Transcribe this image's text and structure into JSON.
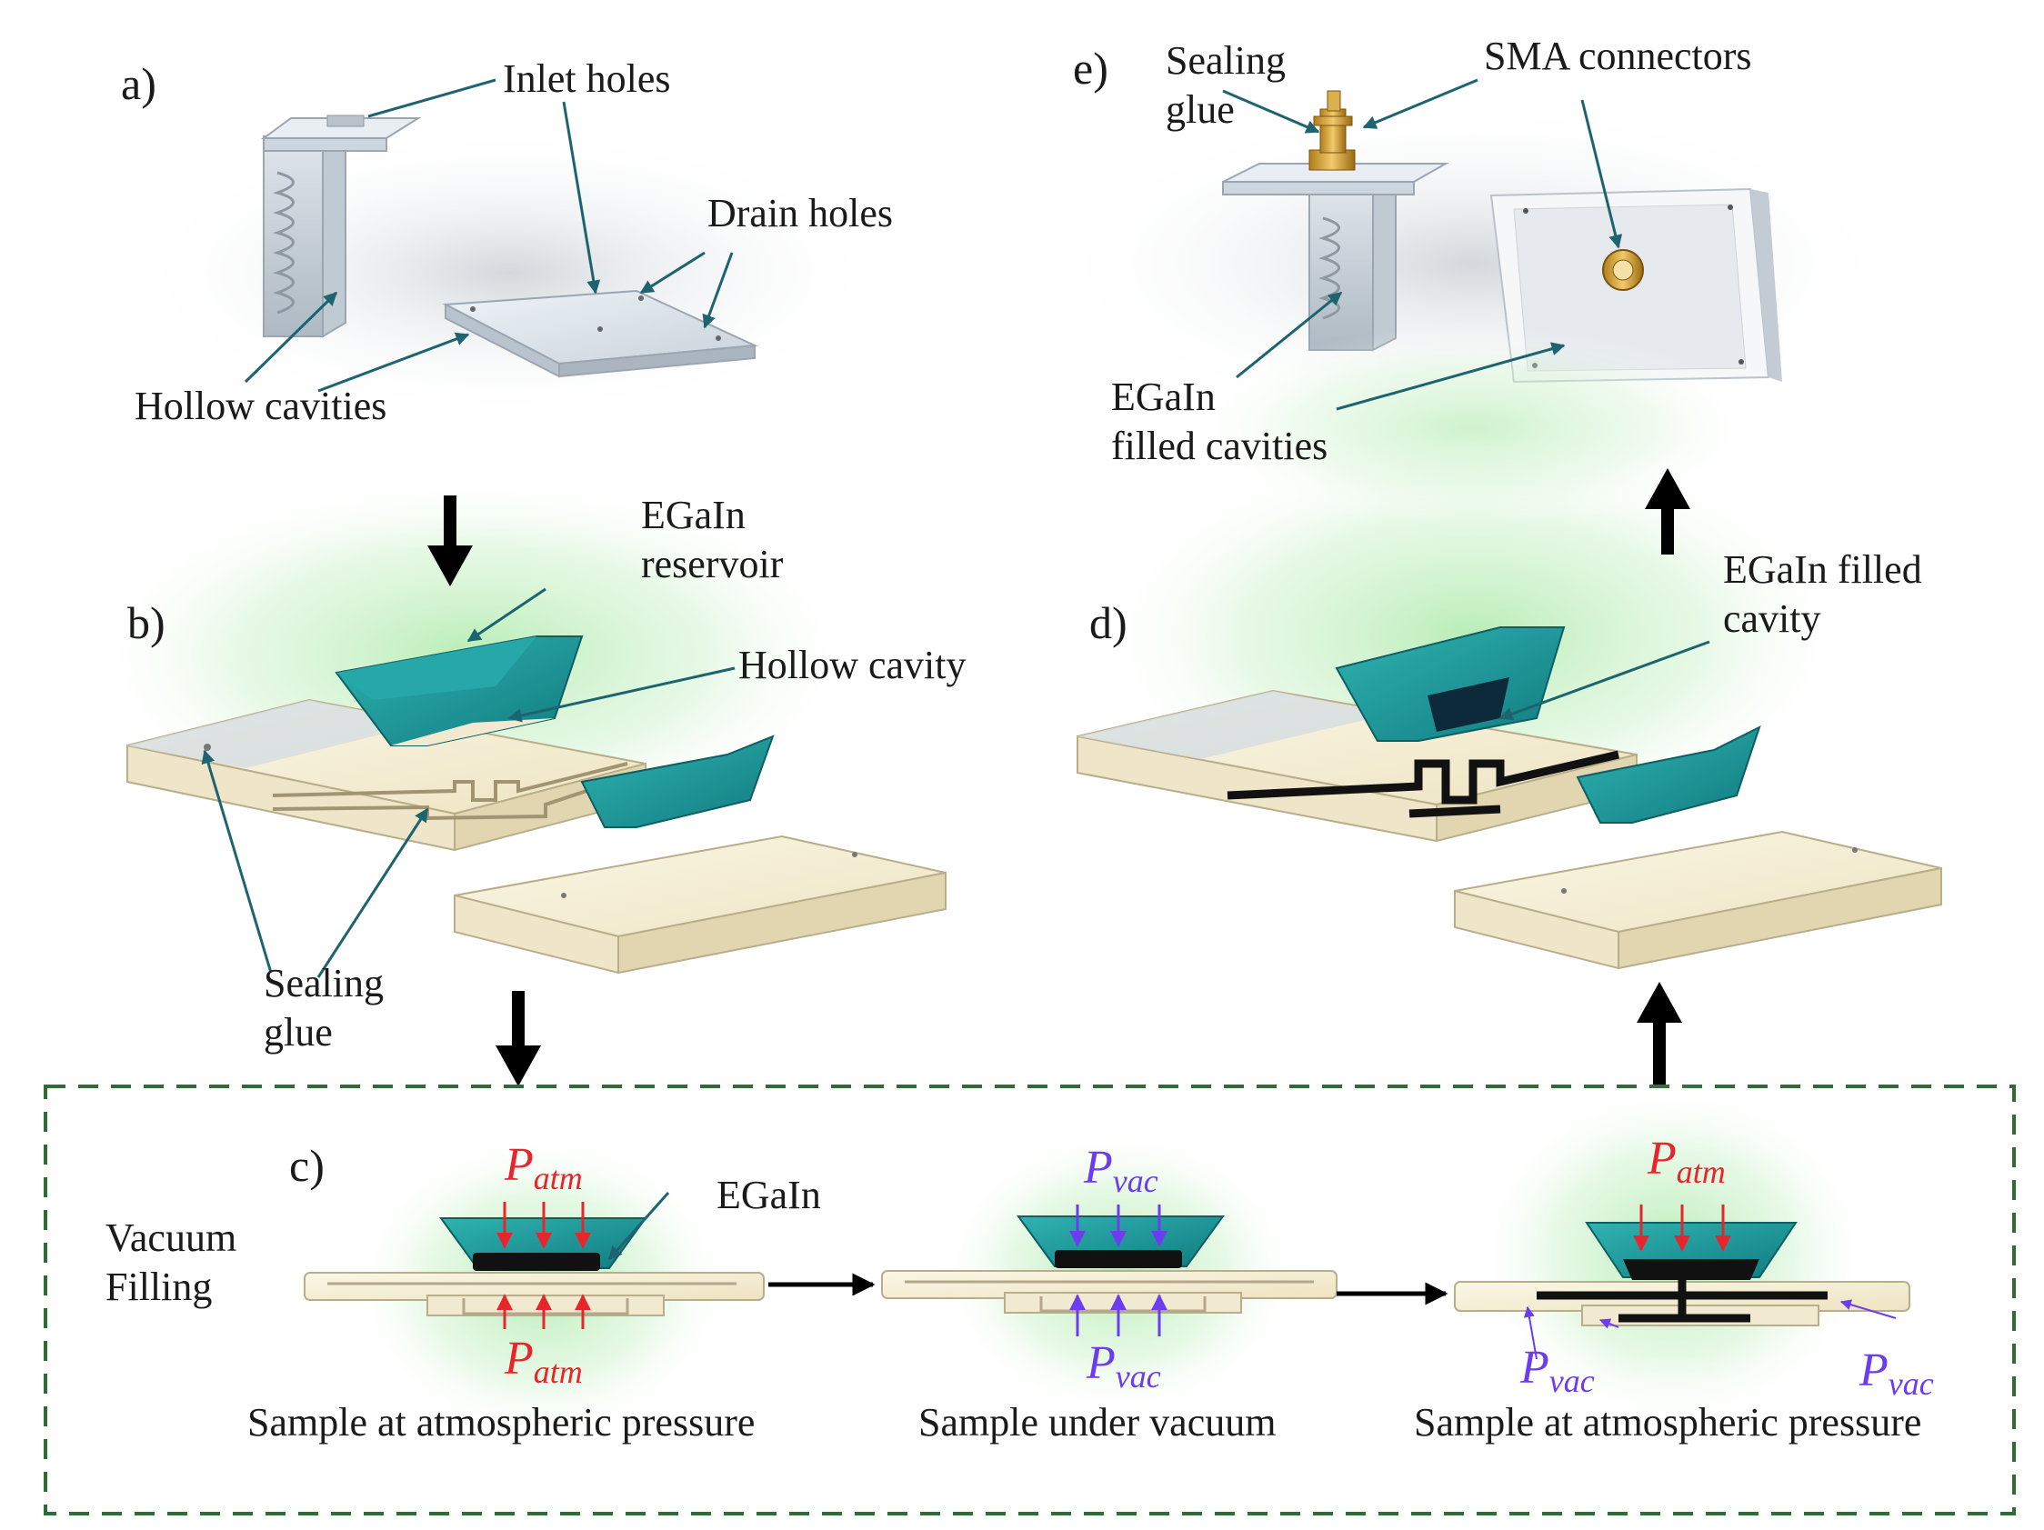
{
  "panels": {
    "a": "a)",
    "b": "b)",
    "c": "c)",
    "d": "d)",
    "e": "e)"
  },
  "panel_a": {
    "inlet_holes": "Inlet holes",
    "drain_holes": "Drain holes",
    "hollow_cavities": "Hollow cavities"
  },
  "panel_b": {
    "egain_reservoir": "EGaIn\nreservoir",
    "hollow_cavity": "Hollow cavity",
    "sealing_glue": "Sealing\nglue"
  },
  "panel_c": {
    "vacuum_filling": "Vacuum\nFilling",
    "egain": "EGaIn",
    "p_base": "P",
    "atm_sub": "atm",
    "vac_sub": "vac",
    "step1_caption": "Sample at atmospheric pressure",
    "step2_caption": "Sample under vacuum",
    "step3_caption": "Sample at atmospheric pressure"
  },
  "panel_d": {
    "egain_filled_cavity": "EGaIn filled\ncavity"
  },
  "panel_e": {
    "sealing_glue": "Sealing\nglue",
    "sma_connectors": "SMA connectors",
    "egain_filled_cavities": "EGaIn\nfilled cavities"
  },
  "colors": {
    "reservoir_teal": "#1b9a9c",
    "substrate_cream": "#f4edd3",
    "egain_black": "#111111",
    "atm_red": "#e8252b",
    "vac_purple": "#6b3cf0",
    "dashed_box": "#2f6b35",
    "glow_green": "#c6efc4"
  }
}
